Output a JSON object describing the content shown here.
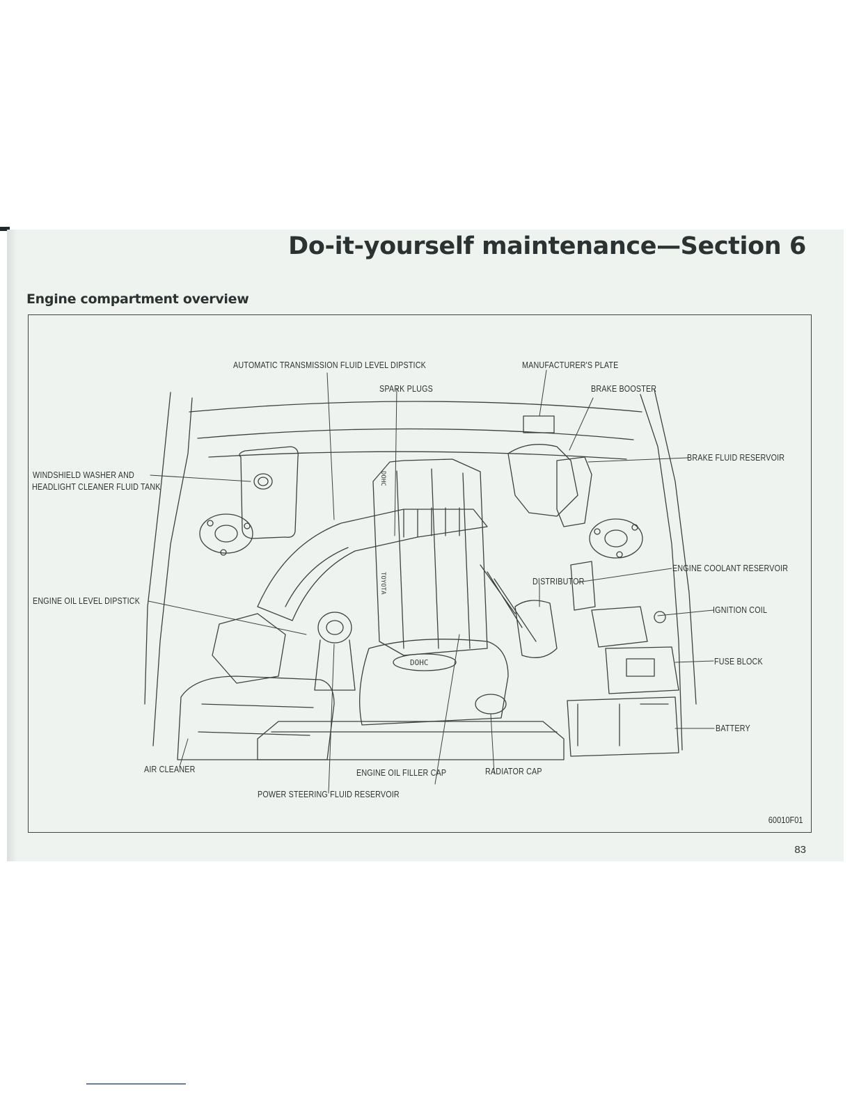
{
  "header": {
    "section_title": "Do-it-yourself maintenance—Section 6",
    "subtitle": "Engine compartment overview"
  },
  "figure": {
    "code": "60010F01",
    "engine_markings": [
      "DOHC",
      "TOYOTA"
    ],
    "callouts": {
      "atf_dipstick": "AUTOMATIC TRANSMISSION FLUID LEVEL DIPSTICK",
      "spark_plugs": "SPARK PLUGS",
      "manufacturers_plate": "MANUFACTURER'S PLATE",
      "brake_booster": "BRAKE BOOSTER",
      "brake_fluid_reservoir": "BRAKE FLUID RESERVOIR",
      "washer_tank_line1": "WINDSHIELD WASHER AND",
      "washer_tank_line2": "HEADLIGHT CLEANER FLUID TANK",
      "engine_coolant_reservoir": "ENGINE COOLANT RESERVOIR",
      "distributor": "DISTRIBUTOR",
      "ignition_coil": "IGNITION COIL",
      "engine_oil_dipstick": "ENGINE OIL LEVEL DIPSTICK",
      "fuse_block": "FUSE BLOCK",
      "battery": "BATTERY",
      "air_cleaner": "AIR CLEANER",
      "engine_oil_filler_cap": "ENGINE OIL FILLER CAP",
      "radiator_cap": "RADIATOR CAP",
      "power_steering_reservoir": "POWER STEERING FLUID RESERVOIR"
    }
  },
  "footer": {
    "page_number": "83"
  }
}
